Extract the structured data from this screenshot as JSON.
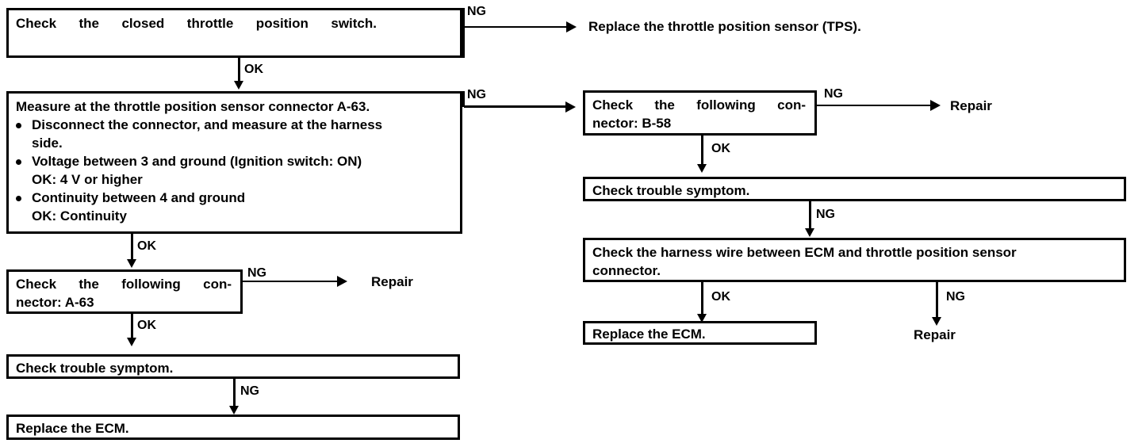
{
  "diagram": {
    "title": "Throttle position sensor diagnostic flowchart",
    "edge_labels": {
      "ok": "OK",
      "ng": "NG"
    },
    "nodes": {
      "check_closed_throttle": "Check  the  closed  throttle  position  switch.",
      "replace_tps": "Replace the throttle position sensor (TPS).",
      "measure_heading": "Measure at the throttle position sensor connector A-63.",
      "measure_b1": "Disconnect the connector, and measure at the harness",
      "measure_b1b": "side.",
      "measure_b2": "Voltage between 3 and ground (Ignition switch: ON)",
      "measure_b2b": "OK: 4 V or higher",
      "measure_b3": "Continuity between 4 and ground",
      "measure_b3b": "OK: Continuity",
      "check_connector_a63_l1": "Check  the  following  con-",
      "check_connector_a63_l2": "nector: A-63",
      "repair_left": "Repair",
      "check_trouble_left": "Check trouble symptom.",
      "replace_ecm_left": "Replace the ECM.",
      "check_connector_b58_l1": "Check  the  following  con-",
      "check_connector_b58_l2": "nector: B-58",
      "repair_right_top": "Repair",
      "check_trouble_right": "Check trouble symptom.",
      "check_harness_l1": "Check the harness wire between ECM and throttle position sensor",
      "check_harness_l2": "connector.",
      "replace_ecm_right": "Replace the ECM.",
      "repair_right_bottom": "Repair"
    },
    "colors": {
      "line": "#000000",
      "background": "#ffffff"
    }
  }
}
